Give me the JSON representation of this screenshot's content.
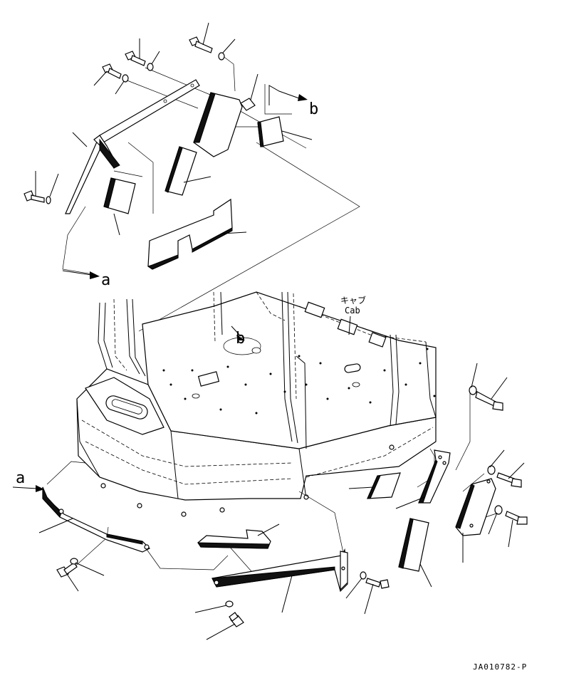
{
  "labels": {
    "view_a_top": "a",
    "view_b_top": "b",
    "view_a_bottom": "a",
    "view_b_floor": "b",
    "cab_jp": "キャブ",
    "cab_en": "Cab",
    "drawing_code": "JA010782-P"
  }
}
